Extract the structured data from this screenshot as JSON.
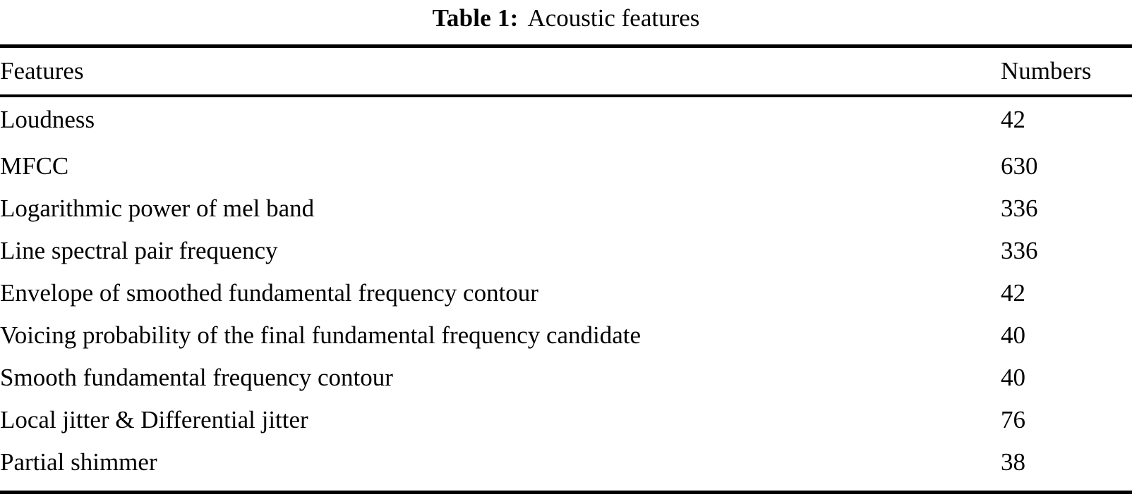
{
  "caption": {
    "label": "Table 1:",
    "text": "Acoustic features"
  },
  "table": {
    "columns": [
      {
        "key": "feature",
        "header": "Features"
      },
      {
        "key": "number",
        "header": "Numbers"
      }
    ],
    "rows": [
      {
        "feature": "Loudness",
        "number": "42"
      },
      {
        "feature": "MFCC",
        "number": "630"
      },
      {
        "feature": "Logarithmic power of mel band",
        "number": "336"
      },
      {
        "feature": "Line spectral pair frequency",
        "number": "336"
      },
      {
        "feature": "Envelope of smoothed fundamental frequency contour",
        "number": "42"
      },
      {
        "feature": "Voicing probability of the final fundamental frequency candidate",
        "number": "40"
      },
      {
        "feature": "Smooth fundamental frequency contour",
        "number": "40"
      },
      {
        "feature": "Local jitter & Differential jitter",
        "number": "76"
      },
      {
        "feature": "Partial shimmer",
        "number": "38"
      }
    ]
  },
  "style": {
    "text_color": "#000000",
    "background_color": "#ffffff",
    "rule_color": "#000000"
  }
}
